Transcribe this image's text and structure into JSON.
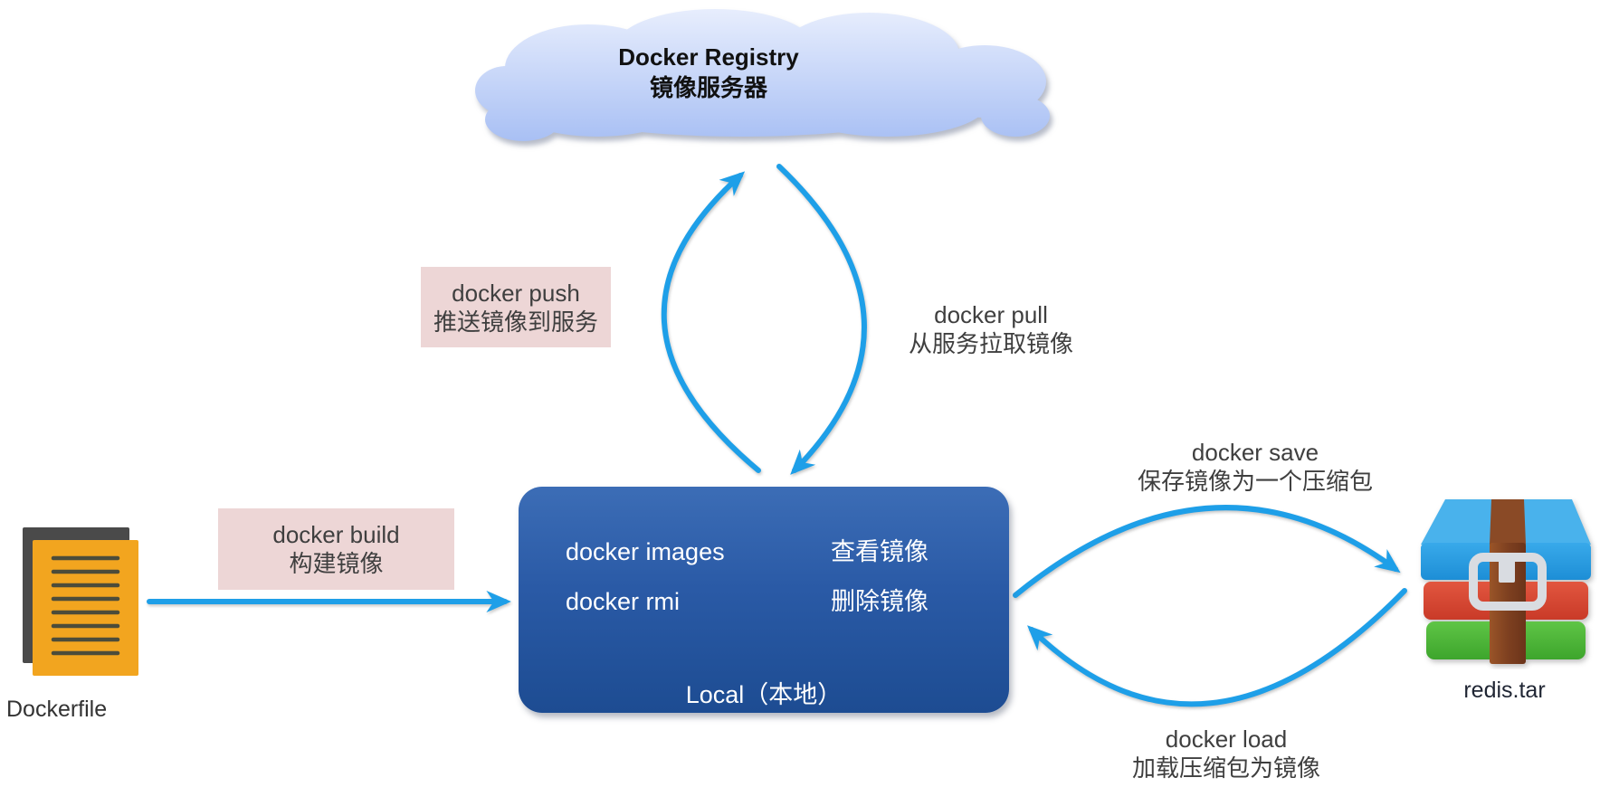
{
  "cloud": {
    "title": "Docker Registry",
    "subtitle": "镜像服务器"
  },
  "actions": {
    "push": {
      "command": "docker push",
      "description": "推送镜像到服务"
    },
    "pull": {
      "command": "docker pull",
      "description": "从服务拉取镜像"
    },
    "build": {
      "command": "docker build",
      "description": "构建镜像"
    },
    "save": {
      "command": "docker save",
      "description": "保存镜像为一个压缩包"
    },
    "load": {
      "command": "docker load",
      "description": "加载压缩包为镜像"
    }
  },
  "local_box": {
    "title": "Local（本地）",
    "commands": [
      {
        "command": "docker images",
        "description": "查看镜像"
      },
      {
        "command": "docker rmi",
        "description": "删除镜像"
      }
    ]
  },
  "files": {
    "dockerfile_label": "Dockerfile",
    "archive_label": "redis.tar"
  },
  "colors": {
    "arrow_blue": "#1E9FE8",
    "pink_label_bg": "#EDD6D6",
    "local_box_top": "#3C6DB6",
    "local_box_bottom": "#1D4C92",
    "cloud_top": "#E4EBFD",
    "cloud_bottom": "#A9C0F4",
    "dockerfile_orange": "#F2A51F",
    "rar_blue": "#2B9FE0",
    "rar_red": "#DD4B38",
    "rar_green": "#53BB3C",
    "rar_strap": "#8A4A26"
  }
}
